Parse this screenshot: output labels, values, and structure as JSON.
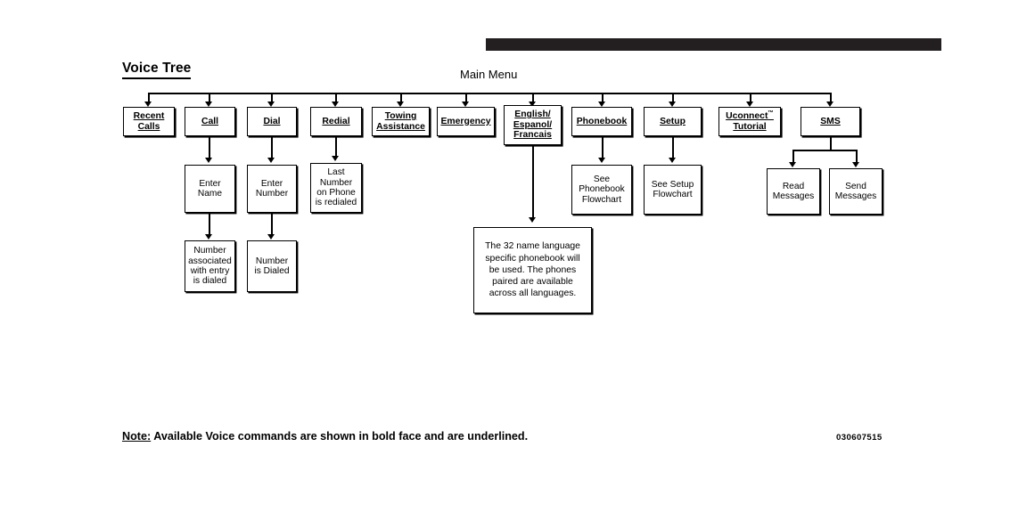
{
  "page": {
    "title": "Voice Tree",
    "root_label": "Main Menu",
    "note_prefix": "Note:",
    "note_text": " Available Voice commands are shown in bold face and are underlined.",
    "document_code": "030607515",
    "accent_bar_color": "#231f20",
    "line_color": "#000000"
  },
  "main_menu": {
    "items": [
      {
        "id": "recent-calls",
        "lines": [
          "Recent",
          "Calls"
        ],
        "voice_command": true
      },
      {
        "id": "call",
        "lines": [
          "Call"
        ],
        "voice_command": true
      },
      {
        "id": "dial",
        "lines": [
          "Dial"
        ],
        "voice_command": true
      },
      {
        "id": "redial",
        "lines": [
          "Redial"
        ],
        "voice_command": true
      },
      {
        "id": "towing-assistance",
        "lines": [
          "Towing",
          "Assistance"
        ],
        "voice_command": true
      },
      {
        "id": "emergency",
        "lines": [
          "Emergency"
        ],
        "voice_command": true
      },
      {
        "id": "language",
        "lines": [
          "English/",
          "Espanol/",
          "Francais"
        ],
        "voice_command": true
      },
      {
        "id": "phonebook",
        "lines": [
          "Phonebook"
        ],
        "voice_command": true
      },
      {
        "id": "setup",
        "lines": [
          "Setup"
        ],
        "voice_command": true
      },
      {
        "id": "uconnect-tutorial",
        "lines": [
          "Uconnect™",
          "Tutorial"
        ],
        "voice_command": true
      },
      {
        "id": "sms",
        "lines": [
          "SMS"
        ],
        "voice_command": true
      }
    ]
  },
  "nodes": {
    "enter_name": {
      "lines": [
        "Enter",
        "Name"
      ]
    },
    "enter_number": {
      "lines": [
        "Enter",
        "Number"
      ]
    },
    "last_number": {
      "lines": [
        "Last",
        "Number",
        "on Phone",
        "is redialed"
      ]
    },
    "number_associated": {
      "lines": [
        "Number",
        "associated",
        "with entry",
        "is dialed"
      ]
    },
    "number_dialed": {
      "lines": [
        "Number",
        "is Dialed"
      ]
    },
    "see_phonebook": {
      "lines": [
        "See",
        "Phonebook",
        "Flowchart"
      ]
    },
    "see_setup": {
      "lines": [
        "See Setup",
        "Flowchart"
      ]
    },
    "read_messages": {
      "lines": [
        "Read",
        "Messages"
      ]
    },
    "send_messages": {
      "lines": [
        "Send",
        "Messages"
      ]
    },
    "language_note": {
      "text": "The 32 name language specific phonebook will be used. The phones paired are available across all languages."
    }
  }
}
